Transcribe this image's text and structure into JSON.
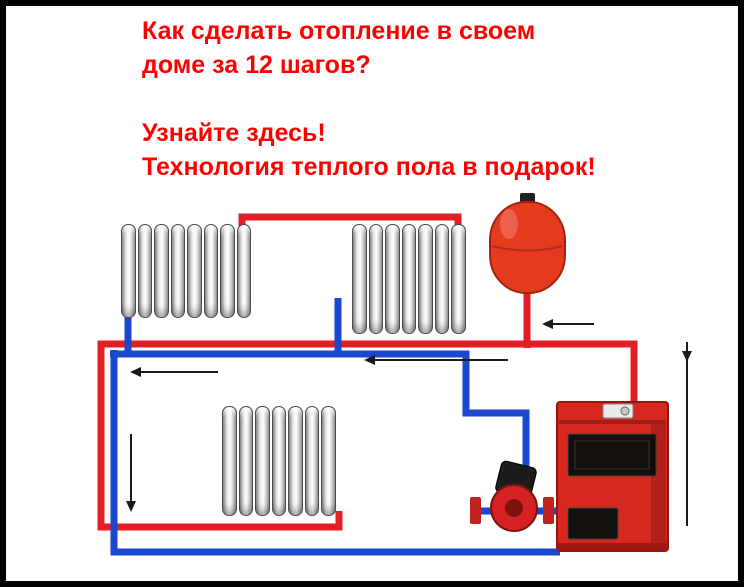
{
  "poster": {
    "headline": {
      "line1": "Как сделать отопление в своем",
      "line2": "доме за 12 шагов?",
      "line3": "Узнайте здесь!",
      "line4": "Технология теплого пола в подарок!",
      "color": "#ff0000"
    },
    "diagram": {
      "type": "heating-system-schematic",
      "colors": {
        "supply_pipe": "#e31e25",
        "return_pipe": "#1c47cf",
        "tank_body": "#e63a1f",
        "boiler_body": "#d6281f",
        "pump_body": "#d42222",
        "arrow": "#1a1a1a"
      },
      "radiators": [
        {
          "id": "top-left",
          "sections": 8
        },
        {
          "id": "top-middle",
          "sections": 7
        },
        {
          "id": "bottom-middle",
          "sections": 7
        }
      ],
      "components": [
        "radiator",
        "radiator",
        "radiator",
        "expansion-tank",
        "boiler",
        "circulation-pump"
      ]
    }
  }
}
